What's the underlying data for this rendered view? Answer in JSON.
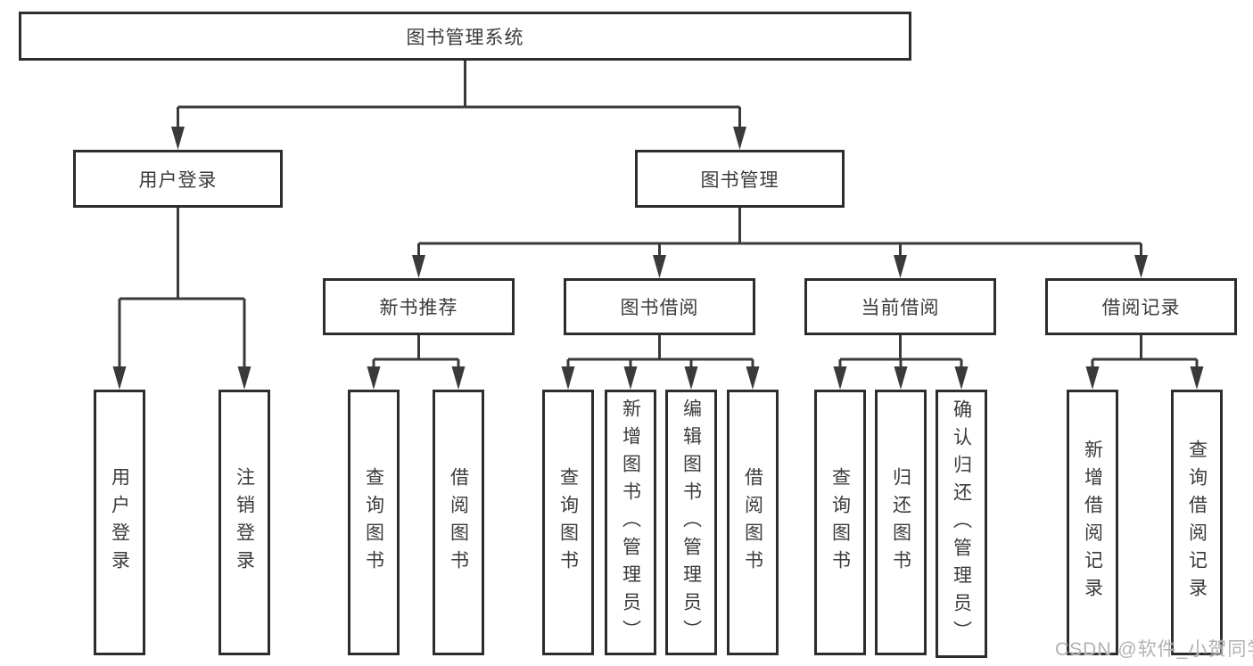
{
  "tree": {
    "root": {
      "label": "图书管理系统"
    },
    "branches": [
      {
        "label": "用户登录",
        "children": [
          {
            "label": "用户登录"
          },
          {
            "label": "注销登录"
          }
        ]
      },
      {
        "label": "图书管理",
        "children": [
          {
            "label": "新书推荐",
            "children": [
              {
                "label": "查询图书"
              },
              {
                "label": "借阅图书"
              }
            ]
          },
          {
            "label": "图书借阅",
            "children": [
              {
                "label": "查询图书"
              },
              {
                "label": "新增图书（管理员）"
              },
              {
                "label": "编辑图书（管理员）"
              },
              {
                "label": "借阅图书"
              }
            ]
          },
          {
            "label": "当前借阅",
            "children": [
              {
                "label": "查询图书"
              },
              {
                "label": "归还图书"
              },
              {
                "label": "确认归还（管理员）"
              }
            ]
          },
          {
            "label": "借阅记录",
            "children": [
              {
                "label": "新增借阅记录"
              },
              {
                "label": "查询借阅记录"
              }
            ]
          }
        ]
      }
    ]
  },
  "watermark": "CSDN @软件_小贺同学",
  "colors": {
    "line": "#3a3a3a",
    "box_border": "#2d2d2d",
    "text": "#3b3b3b",
    "watermark": "#b2b2b6",
    "background": "#ffffff"
  }
}
